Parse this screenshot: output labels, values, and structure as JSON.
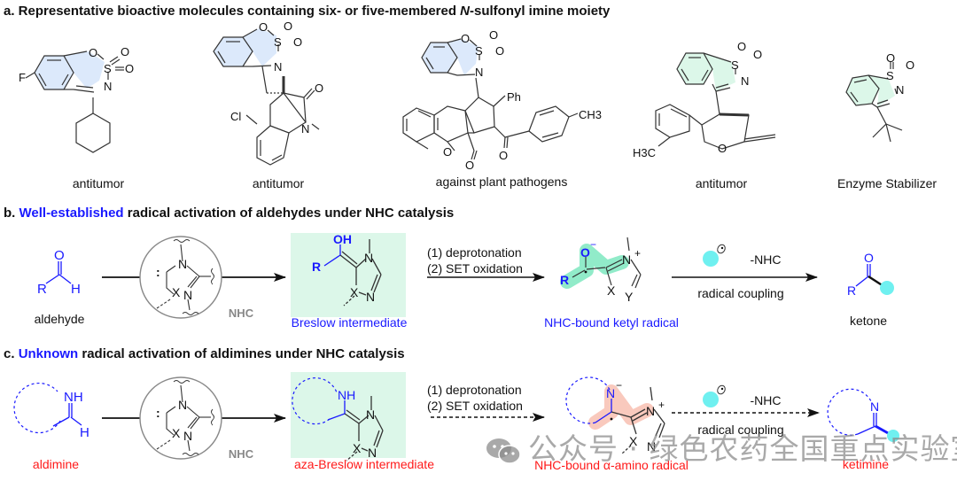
{
  "section_a": {
    "prefix": "a. Representative bioactive molecules containing six- or five-membered ",
    "italic": "N",
    "suffix": "-sulfonyl imine moiety",
    "molecules": [
      {
        "name": "fluoro-benzoxathiazine-cyclohexyl",
        "label": "antitumor"
      },
      {
        "name": "benzoxathiazine-oxindole",
        "label": "antitumor"
      },
      {
        "name": "benzoxathiazine-chromenone",
        "label": "against plant pathogens",
        "substituents": [
          "Ph",
          "CH3"
        ]
      },
      {
        "name": "benzisothiazole-tetrahydropyran",
        "label": "antitumor",
        "substituents": [
          "H3C"
        ]
      },
      {
        "name": "benzisothiazole-tert-butyl",
        "label": "Enzyme Stabilizer"
      }
    ],
    "ring_highlight_colors": {
      "six_membered": "#dce9fb",
      "five_membered": "#dcf7e9"
    }
  },
  "section_b": {
    "prefix": "b. ",
    "highlight": "Well-established",
    "suffix": " radical activation of aldehydes under NHC catalysis",
    "aldehyde_label": "aldehyde",
    "nhc_label": "NHC",
    "breslow_label": "Breslow intermediate",
    "conditions": [
      "(1) deprotonation",
      "(2) SET oxidation"
    ],
    "ketyl_label": "NHC-bound ketyl radical",
    "coupling_top": "-NHC",
    "coupling_bottom": "radical coupling",
    "product_label": "ketone"
  },
  "section_c": {
    "prefix": "c. ",
    "highlight": "Unknown",
    "suffix": " radical activation of aldimines under NHC catalysis",
    "aldimine_label": "aldimine",
    "nhc_label": "NHC",
    "aza_breslow_label": "aza-Breslow intermediate",
    "conditions": [
      "(1) deprotonation",
      "(2) SET oxidation"
    ],
    "amino_radical_label": "NHC-bound α-amino radical",
    "coupling_top": "-NHC",
    "coupling_bottom": "radical coupling",
    "product_label": "ketimine"
  },
  "atoms": {
    "O": "O",
    "S": "S",
    "N": "N",
    "F": "F",
    "Cl": "Cl",
    "R": "R",
    "H": "H",
    "OH": "OH",
    "NH": "NH",
    "X": "X",
    "Y": "Y",
    "Ph": "Ph",
    "CH3": "CH3",
    "H3C": "H3C",
    "plus": "+",
    "minus": "−"
  },
  "colors": {
    "accent_blue": "#1a1aff",
    "accent_red": "#ff1a1a",
    "radical_cyan": "#6ff0f0",
    "breslow_box": "#dcf7e9",
    "ketyl_glow": "#7ee8bf",
    "amino_glow": "#f8c3b6"
  },
  "watermark": "公众号 · 绿色农药全国重点实验室"
}
